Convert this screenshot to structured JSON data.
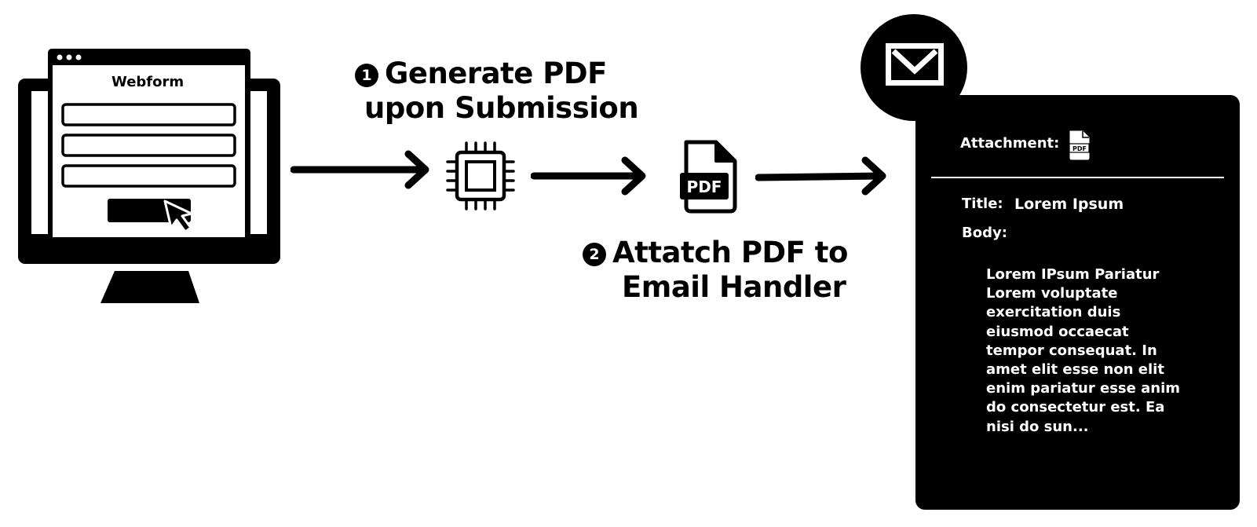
{
  "webform": {
    "title": "Webform",
    "fields": 3,
    "icons": [
      "monitor-icon",
      "cursor-icon"
    ]
  },
  "steps": [
    {
      "number": "1",
      "lines": [
        "Generate PDF",
        "upon Submission"
      ]
    },
    {
      "number": "2",
      "lines": [
        "Attatch PDF to",
        "Email Handler"
      ]
    }
  ],
  "processor": {
    "icon": "chip-icon"
  },
  "pdf": {
    "label": "PDF",
    "icon": "pdf-file-icon"
  },
  "email": {
    "icon": "envelope-icon",
    "attachment_label": "Attachment:",
    "attachment_file_label": "PDF",
    "title_label": "Title:",
    "title_value": "Lorem Ipsum",
    "body_label": "Body:",
    "body_text": "Lorem IPsum Pariatur Lorem voluptate exercitation duis eiusmod occaecat tempor consequat. In amet elit esse non elit enim pariatur esse anim do consectetur est. Ea nisi do sun..."
  },
  "colors": {
    "ink": "#000000",
    "paper": "#ffffff"
  }
}
